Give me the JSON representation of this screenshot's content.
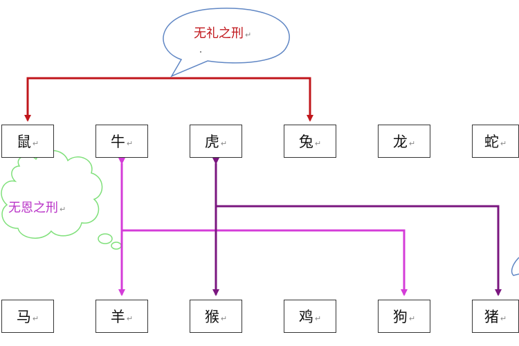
{
  "colors": {
    "red": "#c0161b",
    "magenta": "#d43cd8",
    "purple": "#7a167f",
    "cloud_green": "#7fe07a",
    "bubble_blue": "#5f86c4"
  },
  "return_mark": "↵",
  "top_row": [
    "鼠",
    "牛",
    "虎",
    "兔",
    "龙",
    "蛇"
  ],
  "bottom_row": [
    "马",
    "羊",
    "猴",
    "鸡",
    "狗",
    "猪"
  ],
  "callouts": {
    "speech": "无礼之刑",
    "cloud": "无恩之刑"
  }
}
